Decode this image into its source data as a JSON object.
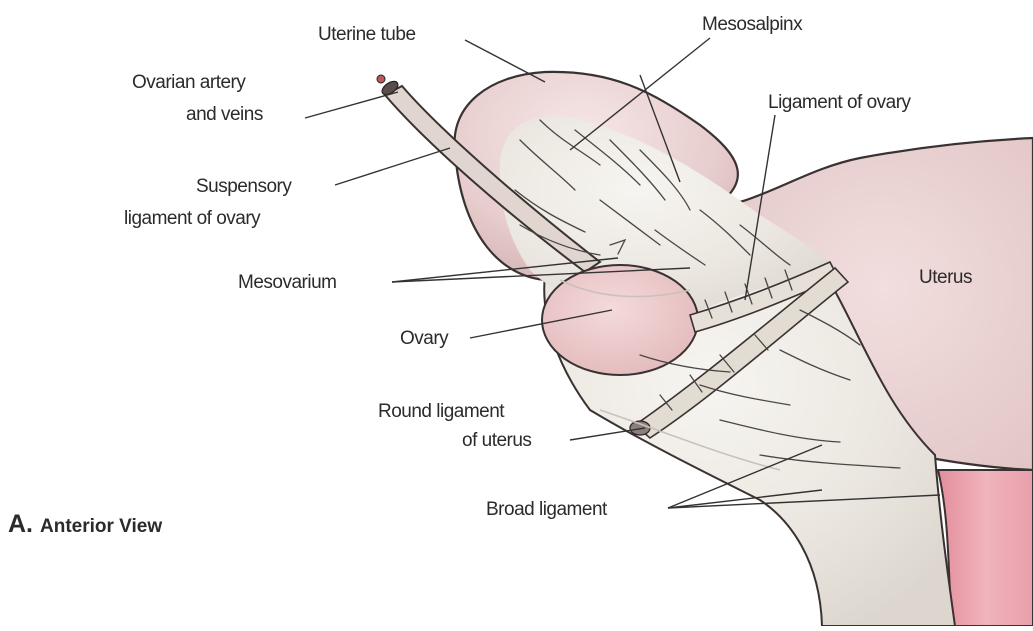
{
  "figure": {
    "panel_letter": "A.",
    "view_label": "Anterior View"
  },
  "labels": {
    "uterine_tube": "Uterine tube",
    "mesosalpinx": "Mesosalpinx",
    "ovarian_vessels_line1": "Ovarian artery",
    "ovarian_vessels_line2": "and veins",
    "ligament_of_ovary": "Ligament of ovary",
    "suspensory_line1": "Suspensory",
    "suspensory_line2": "ligament of ovary",
    "mesovarium": "Mesovarium",
    "uterus": "Uterus",
    "ovary": "Ovary",
    "round_ligament_line1": "Round ligament",
    "round_ligament_line2": "of uterus",
    "broad_ligament": "Broad ligament"
  },
  "colors": {
    "tissue_pink": "#ead3d3",
    "peritoneum": "#ece8e1",
    "ovary": "#ecc9cb",
    "vagina": "#e8a3ad",
    "outline": "#3a3232"
  }
}
